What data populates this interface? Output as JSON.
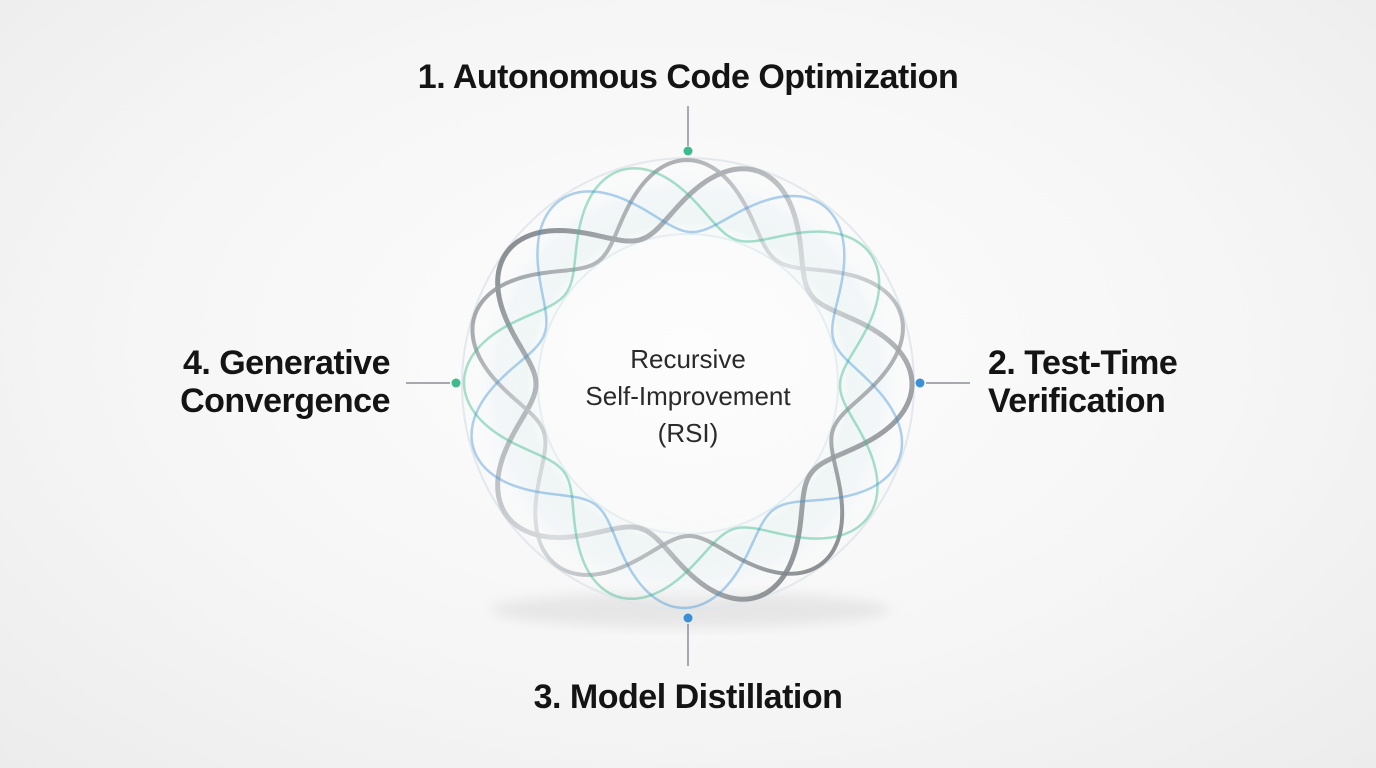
{
  "center": {
    "lines": [
      "Recursive",
      "Self-Improvement",
      "(RSI)"
    ]
  },
  "stages": [
    {
      "position": "top",
      "lines": [
        "1. Autonomous Code Optimization"
      ]
    },
    {
      "position": "right",
      "lines": [
        "2. Test-Time",
        "Verification"
      ]
    },
    {
      "position": "bottom",
      "lines": [
        "3. Model Distillation"
      ]
    },
    {
      "position": "left",
      "lines": [
        "4. Generative",
        "Convergence"
      ]
    }
  ],
  "colors": {
    "accent_green": "#3dbb8f",
    "accent_blue": "#3a8fd6",
    "connector": "#8a8f94",
    "ring_silver": "#9a9ea3"
  }
}
